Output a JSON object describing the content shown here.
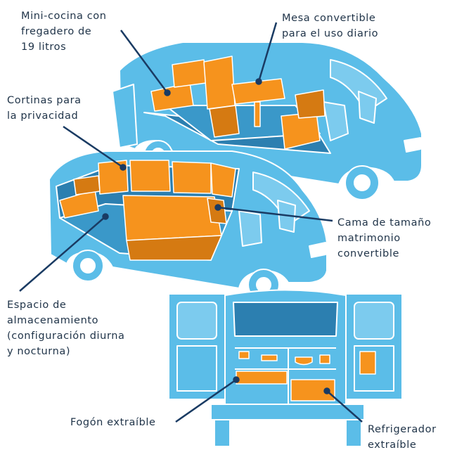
{
  "colors": {
    "van_body": "#5bbde8",
    "van_outline": "#ffffff",
    "interior_dark": "#2c7fb0",
    "interior_mid": "#3a98c9",
    "furniture": "#f6931d",
    "furniture_dark": "#d57a12",
    "leader_line": "#1a3b63",
    "text": "#1f3348"
  },
  "labels": {
    "mini_cocina": "Mini-cocina con\nfregadero de\n19 litros",
    "mesa": "Mesa convertible\npara el uso diario",
    "cortinas": "Cortinas para\nla privacidad",
    "cama": "Cama de tamaño\nmatrimonio\nconvertible",
    "espacio": "Espacio de\nalmacenamiento\n(configuración diurna\ny nocturna)",
    "fogon": "Fogón extraíble",
    "refrigerador": "Refrigerador\nextraíble"
  },
  "icons": {
    "van_day": "camper-van-day-config-illustration",
    "van_night": "camper-van-night-config-illustration",
    "van_rear": "camper-van-rear-open-illustration"
  }
}
